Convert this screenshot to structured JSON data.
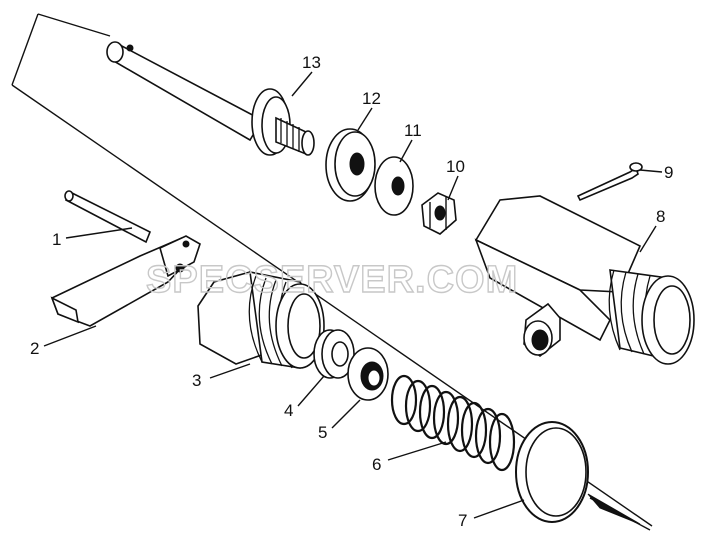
{
  "watermark": "SPECSERVER.COM",
  "callouts": [
    "1",
    "2",
    "3",
    "4",
    "5",
    "6",
    "7",
    "8",
    "9",
    "10",
    "11",
    "12",
    "13"
  ]
}
